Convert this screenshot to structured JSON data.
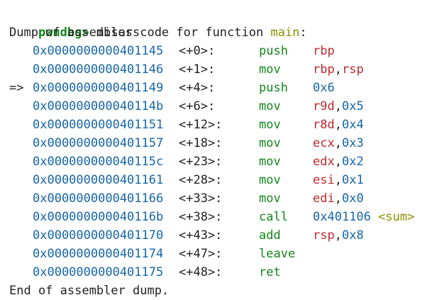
{
  "prompt": {
    "name": "pwndbg>",
    "command": "disass"
  },
  "header": {
    "prefix": "Dump of assembler code for function ",
    "function": "main",
    "suffix": ":"
  },
  "instructions": [
    {
      "marker": "",
      "address": "0x0000000000401145",
      "offset": "<+0>:",
      "mnemonic": "push",
      "operands": [
        {
          "t": "reg",
          "v": "rbp"
        }
      ]
    },
    {
      "marker": "",
      "address": "0x0000000000401146",
      "offset": "<+1>:",
      "mnemonic": "mov",
      "operands": [
        {
          "t": "reg",
          "v": "rbp"
        },
        {
          "t": "sep",
          "v": ","
        },
        {
          "t": "reg",
          "v": "rsp"
        }
      ]
    },
    {
      "marker": "=>",
      "address": "0x0000000000401149",
      "offset": "<+4>:",
      "mnemonic": "push",
      "operands": [
        {
          "t": "imm",
          "v": "0x6"
        }
      ]
    },
    {
      "marker": "",
      "address": "0x000000000040114b",
      "offset": "<+6>:",
      "mnemonic": "mov",
      "operands": [
        {
          "t": "reg",
          "v": "r9d"
        },
        {
          "t": "sep",
          "v": ","
        },
        {
          "t": "imm",
          "v": "0x5"
        }
      ]
    },
    {
      "marker": "",
      "address": "0x0000000000401151",
      "offset": "<+12>:",
      "mnemonic": "mov",
      "operands": [
        {
          "t": "reg",
          "v": "r8d"
        },
        {
          "t": "sep",
          "v": ","
        },
        {
          "t": "imm",
          "v": "0x4"
        }
      ]
    },
    {
      "marker": "",
      "address": "0x0000000000401157",
      "offset": "<+18>:",
      "mnemonic": "mov",
      "operands": [
        {
          "t": "reg",
          "v": "ecx"
        },
        {
          "t": "sep",
          "v": ","
        },
        {
          "t": "imm",
          "v": "0x3"
        }
      ]
    },
    {
      "marker": "",
      "address": "0x000000000040115c",
      "offset": "<+23>:",
      "mnemonic": "mov",
      "operands": [
        {
          "t": "reg",
          "v": "edx"
        },
        {
          "t": "sep",
          "v": ","
        },
        {
          "t": "imm",
          "v": "0x2"
        }
      ]
    },
    {
      "marker": "",
      "address": "0x0000000000401161",
      "offset": "<+28>:",
      "mnemonic": "mov",
      "operands": [
        {
          "t": "reg",
          "v": "esi"
        },
        {
          "t": "sep",
          "v": ","
        },
        {
          "t": "imm",
          "v": "0x1"
        }
      ]
    },
    {
      "marker": "",
      "address": "0x0000000000401166",
      "offset": "<+33>:",
      "mnemonic": "mov",
      "operands": [
        {
          "t": "reg",
          "v": "edi"
        },
        {
          "t": "sep",
          "v": ","
        },
        {
          "t": "imm",
          "v": "0x0"
        }
      ]
    },
    {
      "marker": "",
      "address": "0x000000000040116b",
      "offset": "<+38>:",
      "mnemonic": "call",
      "operands": [
        {
          "t": "imm",
          "v": "0x401106"
        },
        {
          "t": "sep",
          "v": " "
        },
        {
          "t": "sym",
          "v": "<sum>"
        }
      ]
    },
    {
      "marker": "",
      "address": "0x0000000000401170",
      "offset": "<+43>:",
      "mnemonic": "add",
      "operands": [
        {
          "t": "reg",
          "v": "rsp"
        },
        {
          "t": "sep",
          "v": ","
        },
        {
          "t": "imm",
          "v": "0x8"
        }
      ]
    },
    {
      "marker": "",
      "address": "0x0000000000401174",
      "offset": "<+47>:",
      "mnemonic": "leave",
      "operands": []
    },
    {
      "marker": "",
      "address": "0x0000000000401175",
      "offset": "<+48>:",
      "mnemonic": "ret",
      "operands": []
    }
  ],
  "footer": "End of assembler dump.",
  "colors": {
    "background": "#ffffff",
    "text": "#1f1f1f",
    "prompt": "#12861a",
    "address": "#1565a8",
    "mnemonic": "#12861a",
    "register": "#c0282d",
    "immediate": "#1565a8",
    "symbol": "#8a8f00"
  }
}
